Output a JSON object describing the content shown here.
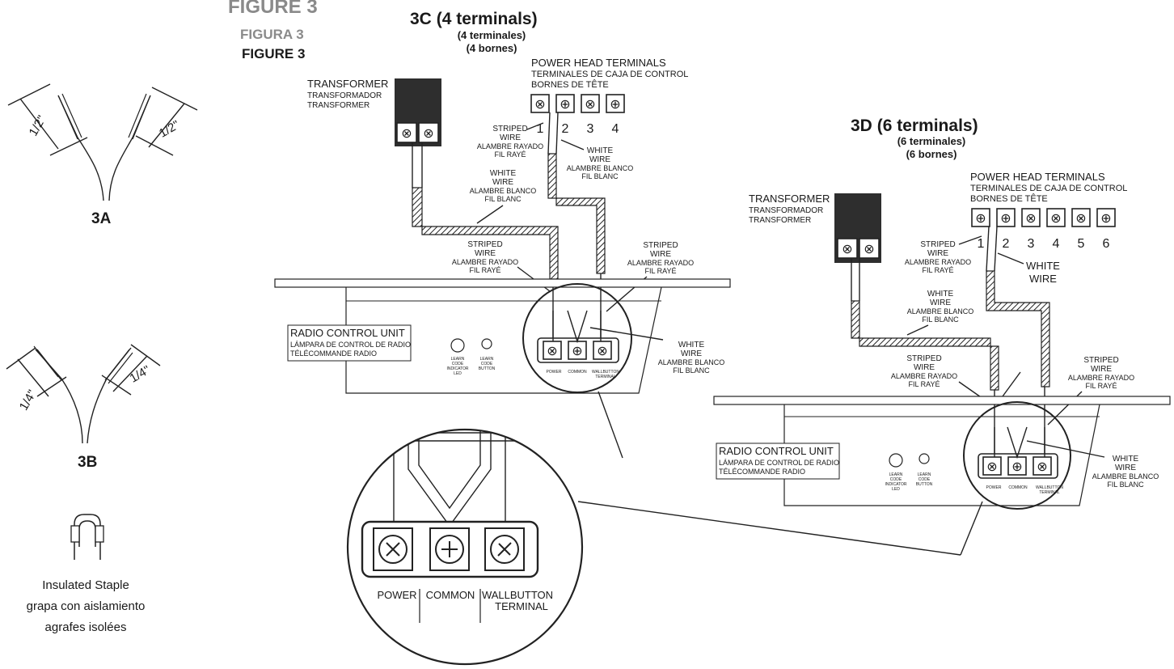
{
  "figure": {
    "title_en": "FIGURE 3",
    "title_es": "FIGURA 3",
    "title_fr": "FIGURE 3"
  },
  "panel_3a": {
    "label": "3A",
    "dim_left": "1/2\"",
    "dim_right": "1/2\""
  },
  "panel_3b": {
    "label": "3B",
    "dim_left": "1/4\"",
    "dim_right": "1/4\""
  },
  "staple": {
    "line1": "Insulated Staple",
    "line2": "grapa con aislamiento",
    "line3": "agrafes isolées"
  },
  "panel_3c": {
    "title": "3C",
    "title_terms": "(4 terminals)",
    "sub_es": "(4 terminales)",
    "sub_fr": "(4 bornes)",
    "transformer": [
      "TRANSFORMER",
      "TRANSFORMADOR",
      "TRANSFORMER"
    ],
    "power_head": [
      "POWER HEAD TERMINALS",
      "TERMINALES DE CAJA DE CONTROL",
      "BORNES DE TÊTE"
    ],
    "terminal_numbers": [
      "1",
      "2",
      "3",
      "4"
    ],
    "striped_top": [
      "STRIPED",
      "WIRE",
      "ALAMBRE RAYADO",
      "FIL RAYÉ"
    ],
    "white_top": [
      "WHITE",
      "WIRE",
      "ALAMBRE BLANCO",
      "FIL BLANC"
    ],
    "white_mid": [
      "WHITE",
      "WIRE",
      "ALAMBRE BLANCO",
      "FIL BLANC"
    ],
    "striped_left": [
      "STRIPED",
      "WIRE",
      "ALAMBRE RAYADO",
      "FIL RAYÉ"
    ],
    "striped_right": [
      "STRIPED",
      "WIRE",
      "ALAMBRE RAYADO",
      "FIL RAYÉ"
    ],
    "white_right": [
      "WHITE",
      "WIRE",
      "ALAMBRE BLANCO",
      "FIL BLANC"
    ],
    "rcu": [
      "RADIO CONTROL UNIT",
      "LÁMPARA DE CONTROL DE RADIO",
      "TÉLÉCOMMANDE RADIO"
    ],
    "led_label": [
      "LEARN",
      "CODE",
      "INDICATOR",
      "LED"
    ],
    "btn_label": [
      "LEARN",
      "CODE",
      "BUTTON"
    ],
    "term_power": "POWER",
    "term_common": "COMMON",
    "term_wall": [
      "WALLBUTTON",
      "TERMINAL"
    ]
  },
  "zoom": {
    "power": "POWER",
    "common": "COMMON",
    "wall1": "WALLBUTTON",
    "wall2": "TERMINAL"
  },
  "panel_3d": {
    "title": "3D",
    "title_terms": "(6 terminals)",
    "sub_es": "(6 terminales)",
    "sub_fr": "(6 bornes)",
    "transformer": [
      "TRANSFORMER",
      "TRANSFORMADOR",
      "TRANSFORMER"
    ],
    "power_head": [
      "POWER HEAD TERMINALS",
      "TERMINALES DE CAJA DE CONTROL",
      "BORNES DE TÊTE"
    ],
    "terminal_numbers": [
      "1",
      "2",
      "3",
      "4",
      "5",
      "6"
    ],
    "striped_top": [
      "STRIPED",
      "WIRE",
      "ALAMBRE RAYADO",
      "FIL RAYÉ"
    ],
    "white_top": [
      "WHITE",
      "WIRE"
    ],
    "white_mid": [
      "WHITE",
      "WIRE",
      "ALAMBRE BLANCO",
      "FIL BLANC"
    ],
    "striped_left": [
      "STRIPED",
      "WIRE",
      "ALAMBRE RAYADO",
      "FIL RAYÉ"
    ],
    "striped_right": [
      "STRIPED",
      "WIRE",
      "ALAMBRE RAYADO",
      "FIL RAYÉ"
    ],
    "white_right": [
      "WHITE",
      "WIRE",
      "ALAMBRE BLANCO",
      "FIL BLANC"
    ],
    "rcu": [
      "RADIO CONTROL UNIT",
      "LÁMPARA DE CONTROL DE RADIO",
      "TÉLÉCOMMANDE RADIO"
    ],
    "led_label": [
      "LEARN",
      "CODE",
      "INDICATOR",
      "LED"
    ],
    "btn_label": [
      "LEARN",
      "CODE",
      "BUTTON"
    ],
    "term_power": "POWER",
    "term_common": "COMMON",
    "term_wall": [
      "WALLBUTTON",
      "TERMINAL"
    ]
  }
}
